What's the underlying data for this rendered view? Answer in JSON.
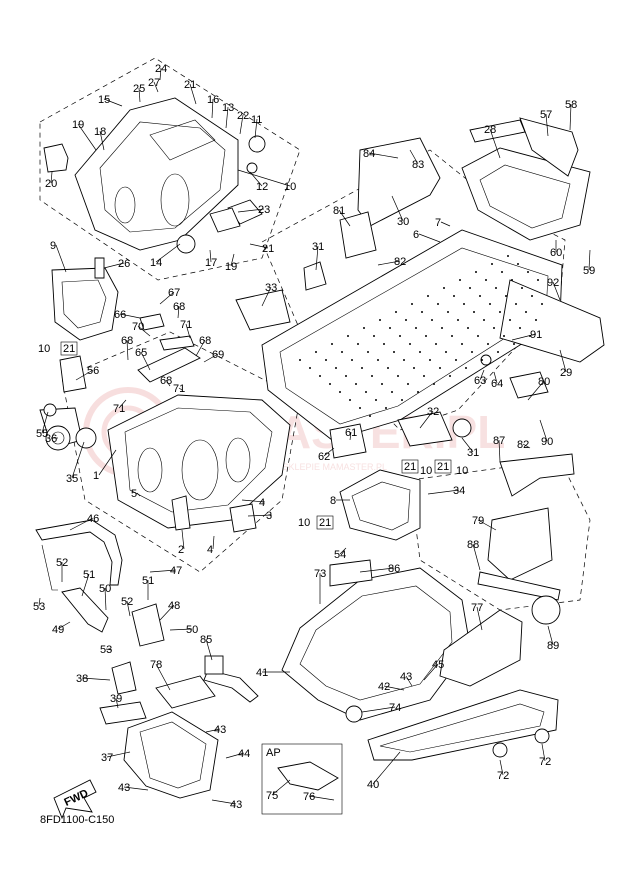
{
  "diagram": {
    "drawing_code": "8FD1100-C150",
    "fwd_label": "FWD",
    "ap_label": "AP",
    "watermark_main": "MAMASTER.PL",
    "watermark_sub": "WYBIERZ DOSTĘPNE W SKLEPIE MAMASTER.PL"
  },
  "callouts": [
    {
      "id": "c24",
      "label": "24"
    },
    {
      "id": "c27",
      "label": "27"
    },
    {
      "id": "c25",
      "label": "25"
    },
    {
      "id": "c21a",
      "label": "21"
    },
    {
      "id": "c15",
      "label": "15"
    },
    {
      "id": "c16",
      "label": "16"
    },
    {
      "id": "c13",
      "label": "13"
    },
    {
      "id": "c22",
      "label": "22"
    },
    {
      "id": "c11",
      "label": "11"
    },
    {
      "id": "c19a",
      "label": "19"
    },
    {
      "id": "c18",
      "label": "18"
    },
    {
      "id": "c12",
      "label": "12"
    },
    {
      "id": "c10a",
      "label": "10"
    },
    {
      "id": "c20",
      "label": "20"
    },
    {
      "id": "c23",
      "label": "23"
    },
    {
      "id": "c14",
      "label": "14"
    },
    {
      "id": "c17",
      "label": "17"
    },
    {
      "id": "c19b",
      "label": "19"
    },
    {
      "id": "c21b",
      "label": "21"
    },
    {
      "id": "c9",
      "label": "9"
    },
    {
      "id": "c26",
      "label": "26"
    },
    {
      "id": "c67",
      "label": "67"
    },
    {
      "id": "c66",
      "label": "66"
    },
    {
      "id": "c68a",
      "label": "68"
    },
    {
      "id": "c70",
      "label": "70"
    },
    {
      "id": "c71a",
      "label": "71"
    },
    {
      "id": "c10b",
      "label": "10"
    },
    {
      "id": "c21c",
      "label": "21"
    },
    {
      "id": "c68b",
      "label": "68"
    },
    {
      "id": "c65",
      "label": "65"
    },
    {
      "id": "c68c",
      "label": "68"
    },
    {
      "id": "c69",
      "label": "69"
    },
    {
      "id": "c56",
      "label": "56"
    },
    {
      "id": "c68d",
      "label": "68"
    },
    {
      "id": "c71b",
      "label": "71"
    },
    {
      "id": "c71c",
      "label": "71"
    },
    {
      "id": "c55",
      "label": "55"
    },
    {
      "id": "c36",
      "label": "36"
    },
    {
      "id": "c35",
      "label": "35"
    },
    {
      "id": "c1",
      "label": "1"
    },
    {
      "id": "c5",
      "label": "5"
    },
    {
      "id": "c4a",
      "label": "4"
    },
    {
      "id": "c3",
      "label": "3"
    },
    {
      "id": "c4b",
      "label": "4"
    },
    {
      "id": "c2",
      "label": "2"
    },
    {
      "id": "c46",
      "label": "46"
    },
    {
      "id": "c47",
      "label": "47"
    },
    {
      "id": "c52a",
      "label": "52"
    },
    {
      "id": "c51a",
      "label": "51"
    },
    {
      "id": "c53a",
      "label": "53"
    },
    {
      "id": "c50a",
      "label": "50"
    },
    {
      "id": "c49",
      "label": "49"
    },
    {
      "id": "c51b",
      "label": "51"
    },
    {
      "id": "c52b",
      "label": "52"
    },
    {
      "id": "c48",
      "label": "48"
    },
    {
      "id": "c53b",
      "label": "53"
    },
    {
      "id": "c50b",
      "label": "50"
    },
    {
      "id": "c85",
      "label": "85"
    },
    {
      "id": "c38",
      "label": "38"
    },
    {
      "id": "c78",
      "label": "78"
    },
    {
      "id": "c39",
      "label": "39"
    },
    {
      "id": "c43a",
      "label": "43"
    },
    {
      "id": "c37",
      "label": "37"
    },
    {
      "id": "c44",
      "label": "44"
    },
    {
      "id": "c43b",
      "label": "43"
    },
    {
      "id": "c43c",
      "label": "43"
    },
    {
      "id": "c75",
      "label": "75"
    },
    {
      "id": "c76",
      "label": "76"
    },
    {
      "id": "c58",
      "label": "58"
    },
    {
      "id": "c57",
      "label": "57"
    },
    {
      "id": "c28",
      "label": "28"
    },
    {
      "id": "c84",
      "label": "84"
    },
    {
      "id": "c83",
      "label": "83"
    },
    {
      "id": "c30",
      "label": "30"
    },
    {
      "id": "c81",
      "label": "81"
    },
    {
      "id": "c7",
      "label": "7"
    },
    {
      "id": "c6",
      "label": "6"
    },
    {
      "id": "c60",
      "label": "60"
    },
    {
      "id": "c59",
      "label": "59"
    },
    {
      "id": "c31a",
      "label": "31"
    },
    {
      "id": "c82a",
      "label": "82"
    },
    {
      "id": "c33",
      "label": "33"
    },
    {
      "id": "c92",
      "label": "92"
    },
    {
      "id": "c91",
      "label": "91"
    },
    {
      "id": "c29",
      "label": "29"
    },
    {
      "id": "c63",
      "label": "63"
    },
    {
      "id": "c64",
      "label": "64"
    },
    {
      "id": "c80",
      "label": "80"
    },
    {
      "id": "c32",
      "label": "32"
    },
    {
      "id": "c31b",
      "label": "31"
    },
    {
      "id": "c90",
      "label": "90"
    },
    {
      "id": "c82b",
      "label": "82"
    },
    {
      "id": "c61",
      "label": "61"
    },
    {
      "id": "c62",
      "label": "62"
    },
    {
      "id": "c21d",
      "label": "21"
    },
    {
      "id": "c10c",
      "label": "10"
    },
    {
      "id": "c21e",
      "label": "21"
    },
    {
      "id": "c10d",
      "label": "10"
    },
    {
      "id": "c87",
      "label": "87"
    },
    {
      "id": "c8",
      "label": "8"
    },
    {
      "id": "c34",
      "label": "34"
    },
    {
      "id": "c10e",
      "label": "10"
    },
    {
      "id": "c21f",
      "label": "21"
    },
    {
      "id": "c79",
      "label": "79"
    },
    {
      "id": "c54",
      "label": "54"
    },
    {
      "id": "c88",
      "label": "88"
    },
    {
      "id": "c73",
      "label": "73"
    },
    {
      "id": "c86",
      "label": "86"
    },
    {
      "id": "c77",
      "label": "77"
    },
    {
      "id": "c89",
      "label": "89"
    },
    {
      "id": "c41",
      "label": "41"
    },
    {
      "id": "c45",
      "label": "45"
    },
    {
      "id": "c43d",
      "label": "43"
    },
    {
      "id": "c42",
      "label": "42"
    },
    {
      "id": "c74",
      "label": "74"
    },
    {
      "id": "c40",
      "label": "40"
    },
    {
      "id": "c72a",
      "label": "72"
    },
    {
      "id": "c72b",
      "label": "72"
    }
  ]
}
